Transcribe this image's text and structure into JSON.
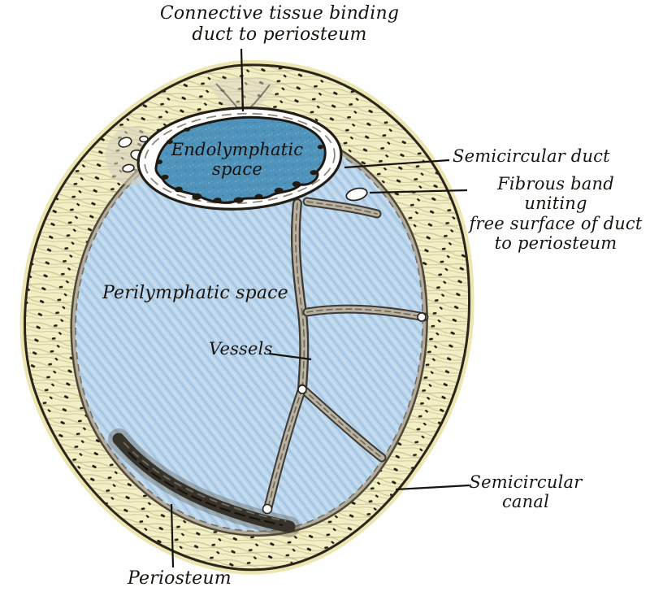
{
  "figure": {
    "labels": {
      "connective_tissue": {
        "text": "Connective tissue binding\nduct to periosteum"
      },
      "endolymphatic_space": {
        "text": "Endolymphatic\nspace"
      },
      "semicircular_duct": {
        "text": "Semicircular duct"
      },
      "fibrous_band": {
        "text": "Fibrous band uniting\nfree surface of duct\nto periosteum"
      },
      "perilymphatic_space": {
        "text": "Perilymphatic space"
      },
      "vessels": {
        "text": "Vessels"
      },
      "semicircular_canal": {
        "text": "Semicircular\ncanal"
      },
      "periosteum": {
        "text": "Periosteum"
      }
    },
    "colors": {
      "background": "#fefefe",
      "bone_yellow": "#f3efc4",
      "bone_halo": "#ece7b2",
      "perilymph_blue": "#bcd6ec",
      "perilymph_hatch": "#a4c6e2",
      "endolymph_blue": "#4f93bb",
      "endolymph_dot_light": "#74b0d2",
      "endolymph_dot_dark": "#3c7ea7",
      "membrane_white": "#ffffff",
      "lining_gray": "#b3ac9c",
      "lining_dark": "#4e4839",
      "trabecula_gray": "#b7b1a2",
      "trabecula_dark": "#3f3931",
      "periosteum_dark": "#38332a",
      "outline_dark": "#2b251c",
      "speck_dark": "#221a0e",
      "leader_line": "#17130e",
      "label_text": "#17130e"
    }
  }
}
